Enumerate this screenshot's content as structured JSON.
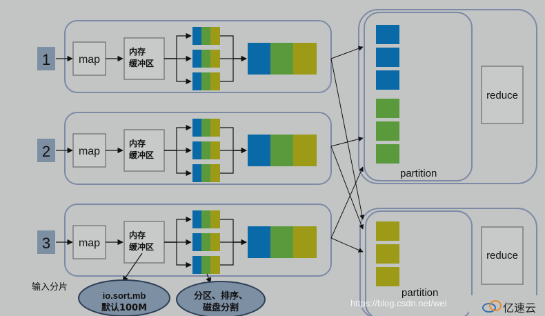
{
  "inputs": [
    {
      "num": "1",
      "map_label": "map",
      "buffer_label": [
        "内存",
        "缓冲区"
      ]
    },
    {
      "num": "2",
      "map_label": "map",
      "buffer_label": [
        "内存",
        "缓冲区"
      ]
    },
    {
      "num": "3",
      "map_label": "map",
      "buffer_label": [
        "内存",
        "缓冲区"
      ]
    }
  ],
  "input_split_label": "输入分片",
  "callout_buffer": {
    "line1": "io.sort.mb",
    "line2": "默认100M"
  },
  "callout_spill": {
    "line1": "分区、排序、",
    "line2": "磁盘分割"
  },
  "reducers": [
    {
      "reduce_label": "reduce",
      "partition_label": "partition"
    },
    {
      "reduce_label": "reduce",
      "partition_label": "partition"
    }
  ],
  "watermark": "https://blog.csdn.net/wei",
  "logo_text": "亿速云",
  "colors": {
    "background": "#c3c5c4",
    "blue": "#0a6aa8",
    "green": "#5a9a3d",
    "olive": "#9c9a16",
    "box_fill": "#c8cac9",
    "box_border": "#7a7d80",
    "group_border": "#7c8aa6",
    "num_badge": "#7d8fa3"
  }
}
